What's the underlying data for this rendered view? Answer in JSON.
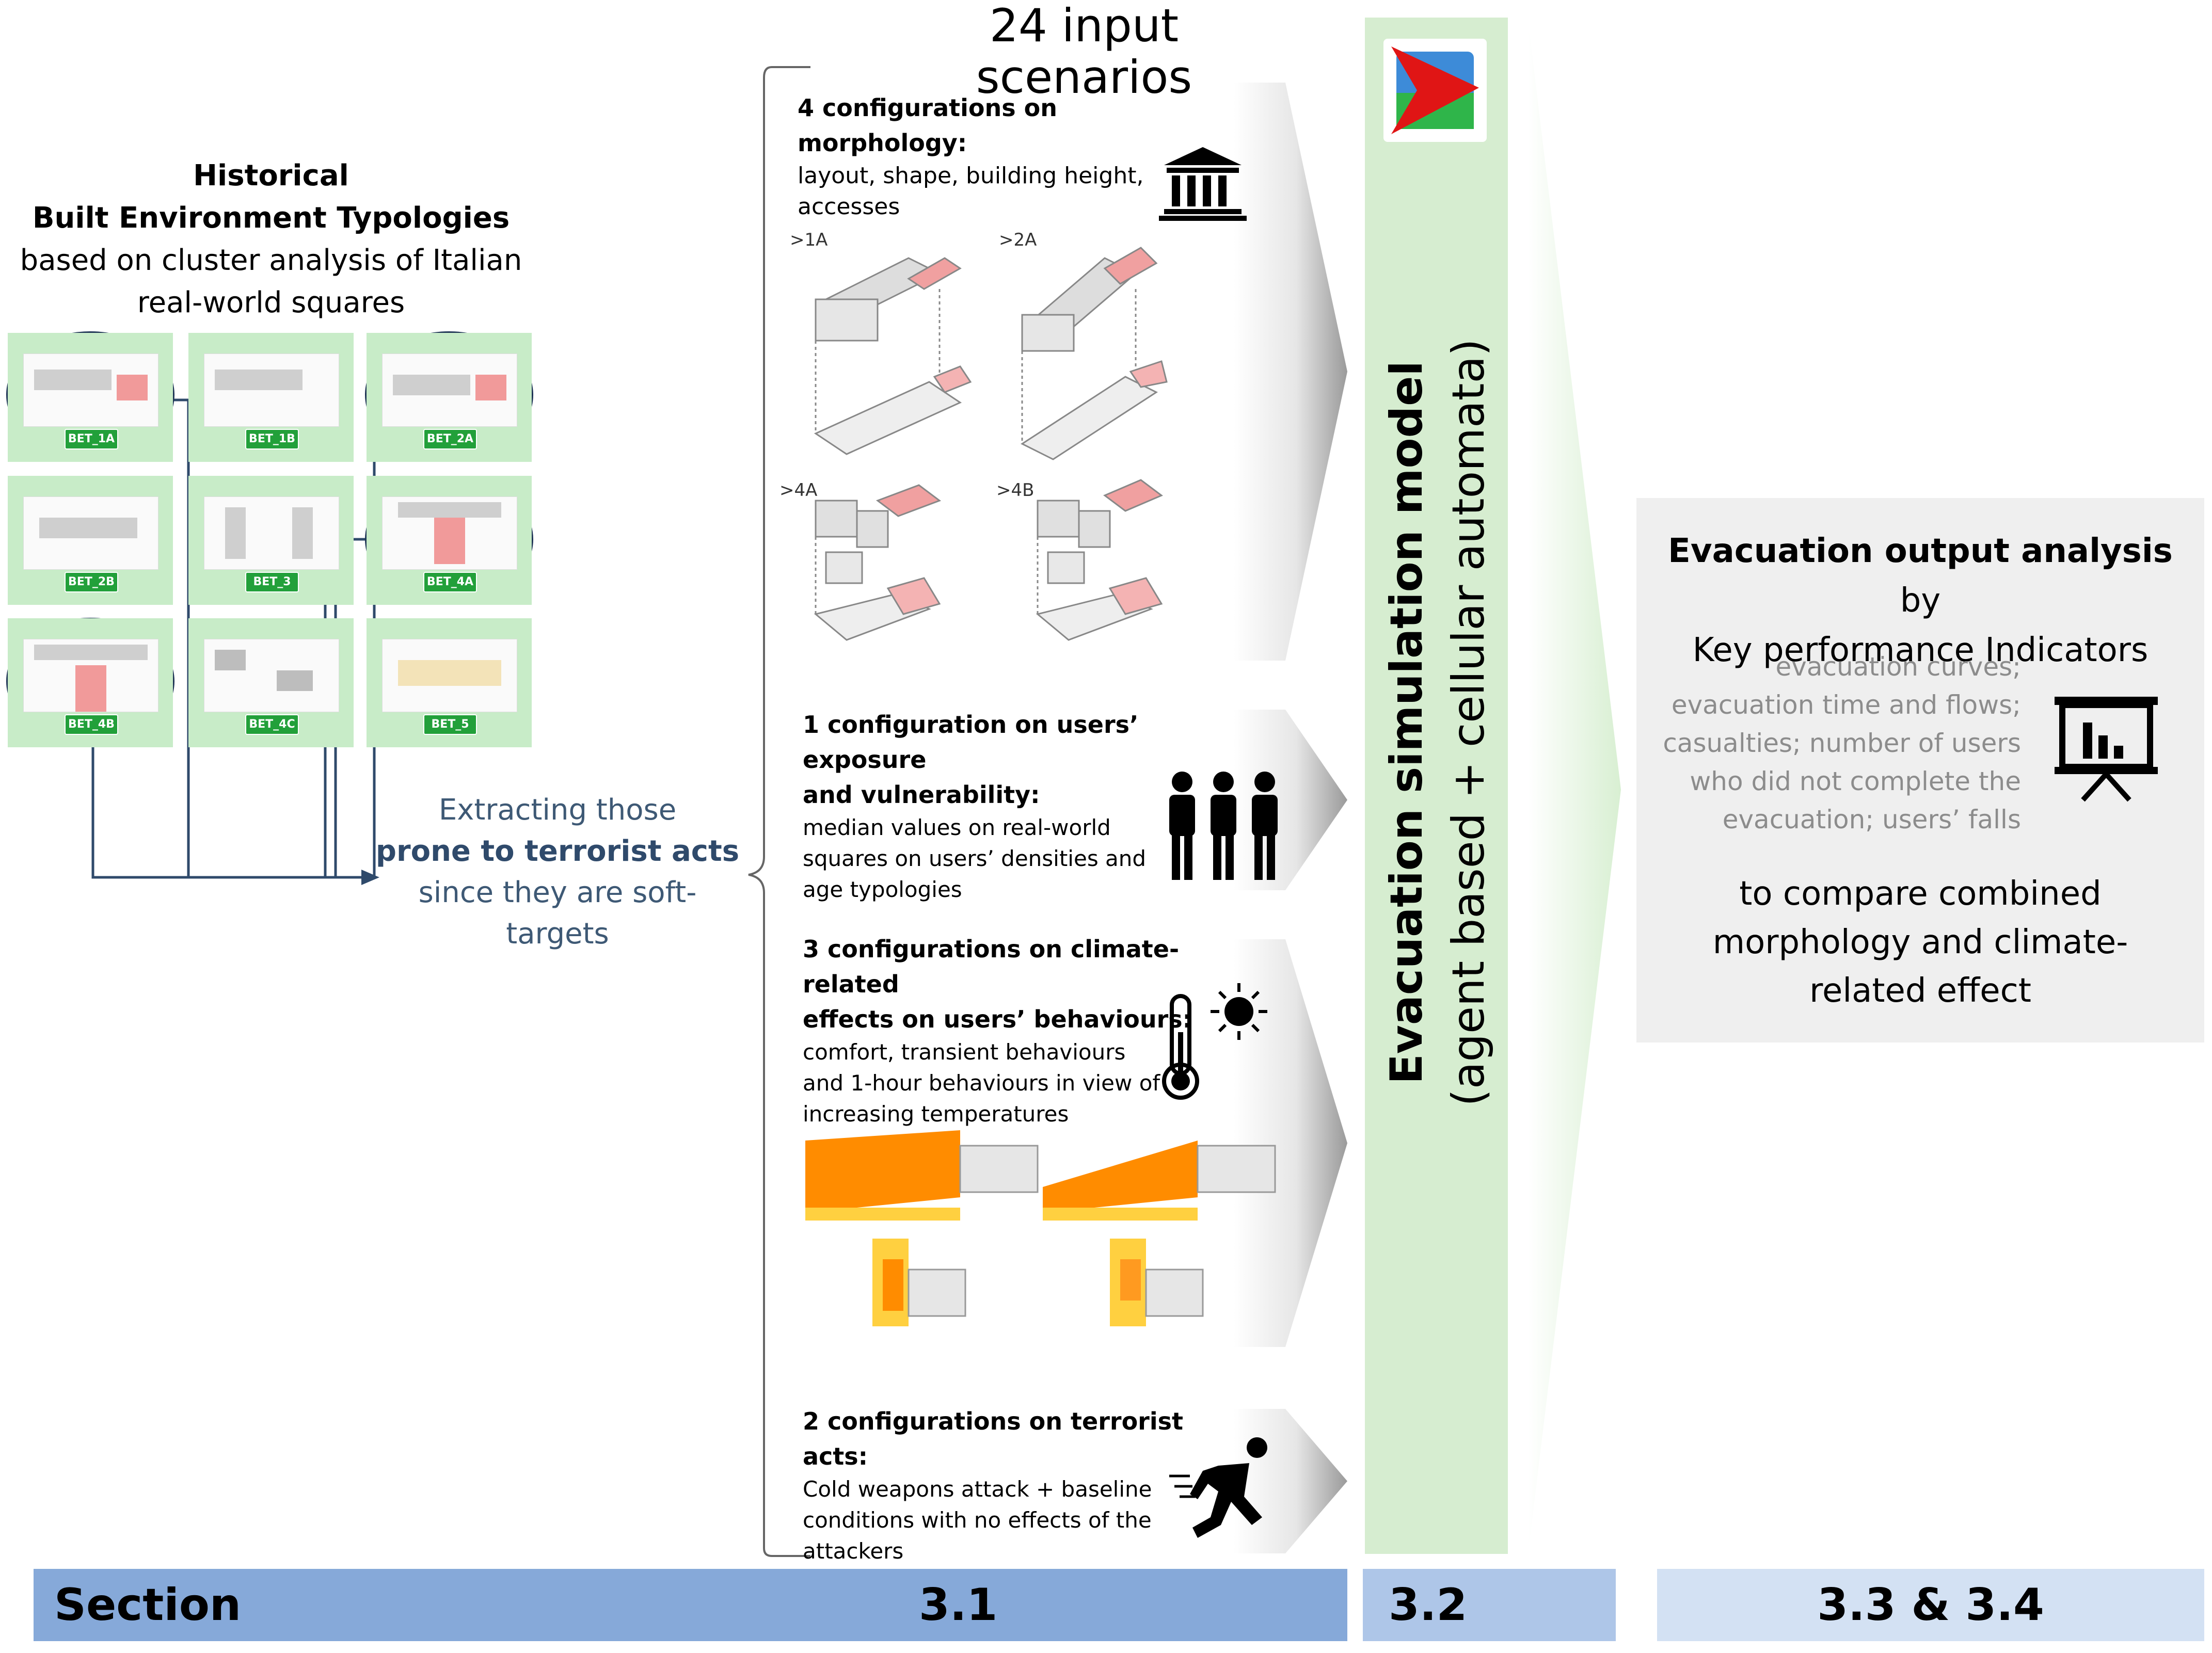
{
  "historical": {
    "line1": "Historical",
    "line2": "Built Environment Typologies",
    "line3": "based on cluster analysis of Italian",
    "line4": "real-world squares"
  },
  "typologies": [
    {
      "code": "BET_1A",
      "highlighted": true
    },
    {
      "code": "BET_1B",
      "highlighted": false
    },
    {
      "code": "BET_2A",
      "highlighted": true
    },
    {
      "code": "BET_2B",
      "highlighted": false
    },
    {
      "code": "BET_3",
      "highlighted": false
    },
    {
      "code": "BET_4A",
      "highlighted": true
    },
    {
      "code": "BET_4B",
      "highlighted": true
    },
    {
      "code": "BET_4C",
      "highlighted": false
    },
    {
      "code": "BET_5",
      "highlighted": false
    }
  ],
  "extract": {
    "line1": "Extracting those",
    "line2": "prone to terrorist acts",
    "line3": "since they are soft-",
    "line4": "targets"
  },
  "scenarios_title": "24 input scenarios",
  "morphology": {
    "title": "4 configurations on morphology:",
    "text1": "layout, shape, building height,",
    "text2": "accesses",
    "labels": [
      "1A",
      "2A",
      "4A",
      "4B"
    ]
  },
  "users": {
    "title1": "1 configuration on users’ exposure",
    "title2": "and vulnerability:",
    "text1": "median values on real-world",
    "text2": "squares on users’ densities and",
    "text3": "age typologies"
  },
  "climate": {
    "title1": "3 configurations on climate-related",
    "title2": "effects on users’ behaviours:",
    "text1": "comfort, transient behaviours",
    "text2": "and 1-hour behaviours in view of",
    "text3": "increasing temperatures"
  },
  "terrorist": {
    "title": "2 configurations on terrorist acts:",
    "text1": "Cold weapons attack + baseline",
    "text2": "conditions with no effects of the",
    "text3": "attackers"
  },
  "model": {
    "line1": "Evacuation simulation model",
    "line2": "(agent based + cellular automata)"
  },
  "kpi": {
    "head_bold": "Evacuation output analysis",
    "head_rest": " by",
    "head_line2": "Key performance Indicators",
    "items": [
      "evacuation curves;",
      "evacuation time and flows;",
      "casualties; number of users",
      "who did not complete the",
      "evacuation; users’ falls"
    ],
    "compare1": "to compare combined",
    "compare2": "morphology and climate-",
    "compare3": "related effect"
  },
  "sections": {
    "label": "Section",
    "s1": "3.1",
    "s2": "3.2",
    "s3": "3.3 & 3.4"
  },
  "colors": {
    "tile_green": "#c8ecc8",
    "badge_green": "#22a03a",
    "model_green": "#d6edd0",
    "section_blue_dark": "#86a9d9",
    "section_blue_mid": "#aec6e8",
    "section_blue_light": "#d3e1f3",
    "circle_navy": "#1f3556",
    "text_blue_grey": "#3e5975"
  }
}
